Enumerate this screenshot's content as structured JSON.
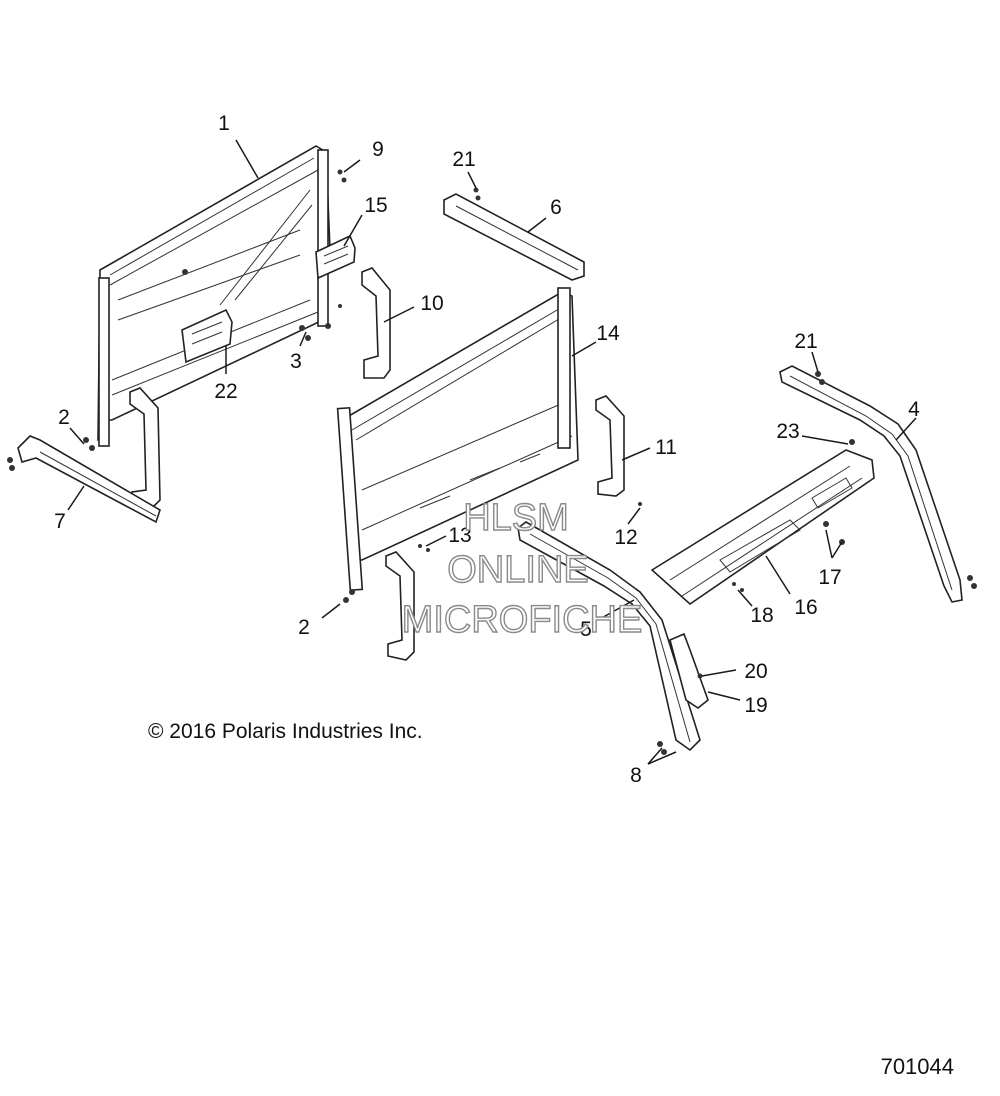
{
  "copyright": "© 2016 Polaris Industries Inc.",
  "part_number": "701044",
  "watermark": [
    "HLSM",
    "ONLINE",
    "MICROFICHE"
  ],
  "callouts": [
    "1",
    "2",
    "3",
    "4",
    "5",
    "6",
    "7",
    "8",
    "9",
    "10",
    "11",
    "12",
    "13",
    "14",
    "15",
    "16",
    "17",
    "18",
    "19",
    "20",
    "21",
    "22",
    "23",
    "2",
    "21"
  ],
  "colors": {
    "line": "#1a1a1a",
    "background": "#ffffff",
    "watermark_outline": "#8a8a8a"
  }
}
